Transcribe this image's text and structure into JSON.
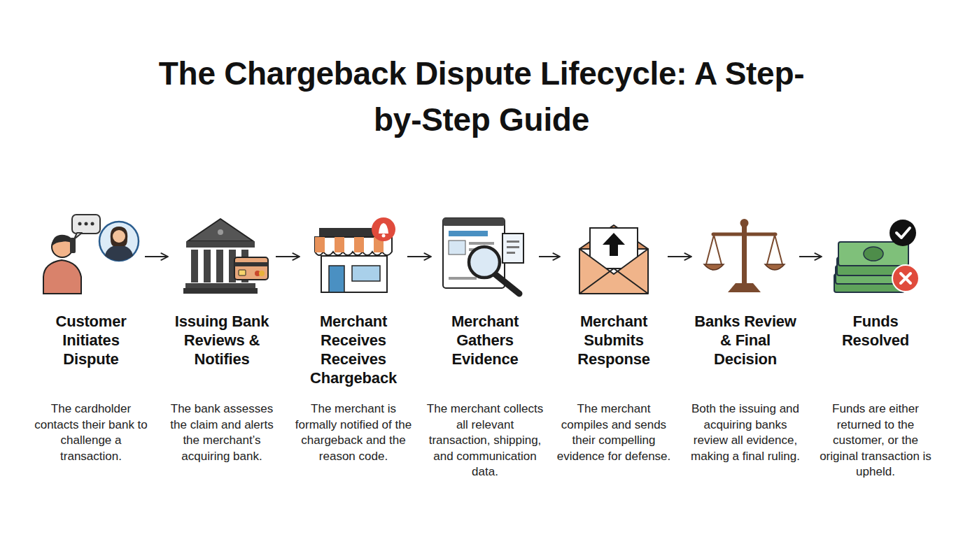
{
  "diagram": {
    "title": "The Chargeback Dispute Lifecycle: A Step-by-Step Guide",
    "nodes": [
      {
        "text": [
          "Customer Initiates Dispute",
          "The cardholder contacts their bank to challenge a transaction."
        ]
      },
      {
        "text": [
          "Issuing Bank Reviews & Notifies",
          "The bank assesses the claim and alerts the merchant’s acquiring bank."
        ]
      },
      {
        "text": [
          "Merchant Receives Receives Chargeback",
          "The merchant is formally notified of the chargeback and the reason code."
        ]
      },
      {
        "text": [
          "Merchant Gathers Evidence",
          "The merchant collects all relevant transaction, shipping, and communication data."
        ]
      },
      {
        "text": [
          "Merchant Submits Response",
          "The merchant compiles and sends their compelling evidence for defense."
        ]
      },
      {
        "text": [
          "Banks Review & Final Decision",
          "Both the issuing and acquiring banks review all evidence, making a final ruling."
        ]
      },
      {
        "text": [
          "Funds Resolved",
          "Funds are either returned to the customer, or the original transaction is upheld."
        ]
      }
    ],
    "edges": [
      {
        "from": 0,
        "to": 1,
        "arrow": "to"
      },
      {
        "from": 1,
        "to": 2,
        "arrow": "to"
      },
      {
        "from": 2,
        "to": 3,
        "arrow": "to"
      },
      {
        "from": 3,
        "to": 4,
        "arrow": "to"
      },
      {
        "from": 4,
        "to": 5,
        "arrow": "to"
      },
      {
        "from": 5,
        "to": 6,
        "arrow": "to"
      }
    ]
  }
}
